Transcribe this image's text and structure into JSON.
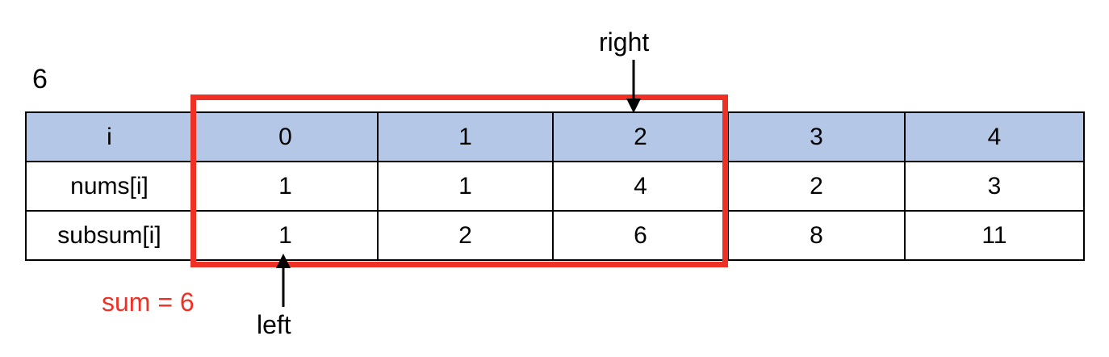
{
  "diagram": {
    "title_number": "6",
    "table": {
      "row_labels": [
        "i",
        "nums[i]",
        "subsum[i]"
      ],
      "columns": [
        "0",
        "1",
        "2",
        "3",
        "4"
      ],
      "rows": [
        {
          "label": "i",
          "cells": [
            "0",
            "1",
            "2",
            "3",
            "4"
          ]
        },
        {
          "label": "nums[i]",
          "cells": [
            "1",
            "1",
            "4",
            "2",
            "3"
          ]
        },
        {
          "label": "subsum[i]",
          "cells": [
            "1",
            "2",
            "6",
            "8",
            "11"
          ]
        }
      ]
    },
    "annotations": {
      "right_pointer_label": "right",
      "left_pointer_label": "left",
      "sum_label": "sum = 6"
    },
    "colors": {
      "header_fill": "#B4C7E7",
      "highlight": "#EE3124",
      "grid_line": "#000000",
      "cell_fill": "#FFFFFF"
    }
  }
}
